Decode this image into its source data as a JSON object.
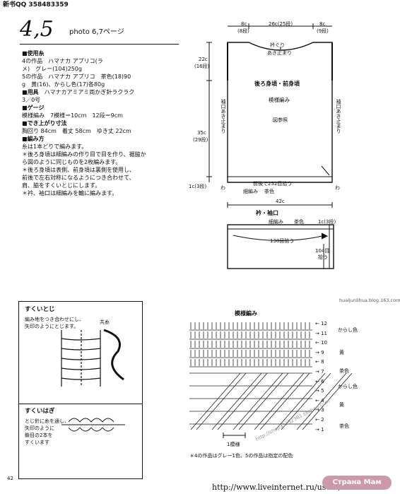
{
  "header": {
    "top_left": "新书QQ 358483359"
  },
  "title": {
    "number": "4,5",
    "photo": "photo 6,7ページ"
  },
  "materials": {
    "heading": "使用糸",
    "line1": "4の作品　ハマナカ アプリコ(ラ",
    "line2": "メ)　グレー(104)250g",
    "line3": "5の作品　ハマナカ アプリコ　茶色(18)90",
    "line4": "g　黄(16)、からし色(17)各80g"
  },
  "tools": {
    "heading": "用具",
    "line1": "ハマナカアミアミ両かぎ針ラクラク",
    "line2": "3／0号"
  },
  "gauge": {
    "heading": "ゲージ",
    "line1": "模様編み　7模様＝10cm　12段＝9cm"
  },
  "size": {
    "heading": "でき上がり寸法",
    "line1": "胸回り 84cm　着丈 58cm　ゆき丈 22cm"
  },
  "method": {
    "heading": "編み方",
    "line1": "糸は1本どりで編みます。",
    "line2": "＊後ろ身頃は細編みの作り目で目を作り、裾脇か",
    "line3": "ら図のように同じものを2枚編みます。",
    "line4": "＊後ろ身頃は表側、前身頃は裏側を使用し、",
    "line5": "前後で左右対称になるようにつき合わせて、",
    "line6": "肩、脇をすくいとじにします。",
    "line7": "＊衿、袖口は細編みを輪に編みます。"
  },
  "body_diagram": {
    "top_left": "8c",
    "top_left_rows": "(8段)",
    "top_mid": "26c(25段)",
    "top_right": "8c",
    "top_right_rows": "(9段)",
    "neck1": "衿ぐり",
    "neck2": "あき止まり",
    "left_upper": "22c",
    "left_upper_rows": "(16段)",
    "left_lower": "35c",
    "left_lower_rows": "(29段)",
    "bottom_left": "1c(3段)",
    "title": "後ろ身頃・前身頃",
    "stitch": "模様編み",
    "ref": "図参照",
    "armhole_left": "袖口あき止まり",
    "armhole_right": "袖口あき止まり",
    "bottom_pickup": "前後で252目拾う",
    "bottom_edge": "細編み",
    "bottom_color": "茶色",
    "width": "42c",
    "wa_left": "わ",
    "wa_right": "わ"
  },
  "collar_diagram": {
    "title": "衿・袖口",
    "stitch": "細編み",
    "color": "茶色",
    "right_top": "1c(3段)",
    "pick138": "138目拾う",
    "pick104a": "104目",
    "pick104b": "拾う"
  },
  "sukui_toji": {
    "title": "すくいとじ",
    "line1": "編み地をつき合わせにし、",
    "line2": "矢印のようにとじます。",
    "yarn": "共糸"
  },
  "sukui_hagi": {
    "title": "すくいはぎ",
    "line1": "とじ針に糸を通し、",
    "line2": "矢印のように",
    "line3": "鎖目の2本を",
    "line4": "すくいます"
  },
  "pattern": {
    "title": "模様編み",
    "rows": [
      "12",
      "11",
      "10",
      "9",
      "8",
      "7",
      "6",
      "5",
      "4",
      "3",
      "2",
      "1"
    ],
    "colors": {
      "c12": "からし色",
      "c10": "黄",
      "c8": "茶色",
      "c6": "からし色",
      "c4": "黄",
      "c2": "茶色"
    },
    "repeat": "1模様",
    "note": "＊4の作品はグレー1色、5の作品は指定の配色"
  },
  "footer": {
    "page": "42",
    "url": "http://www.liveinternet.ru/users/"
  },
  "watermarks": {
    "wm1": "http://shop35152381.taobao.com",
    "wm2": "hualjunlihua.blog.163.com",
    "logo": "Страна Мам"
  }
}
